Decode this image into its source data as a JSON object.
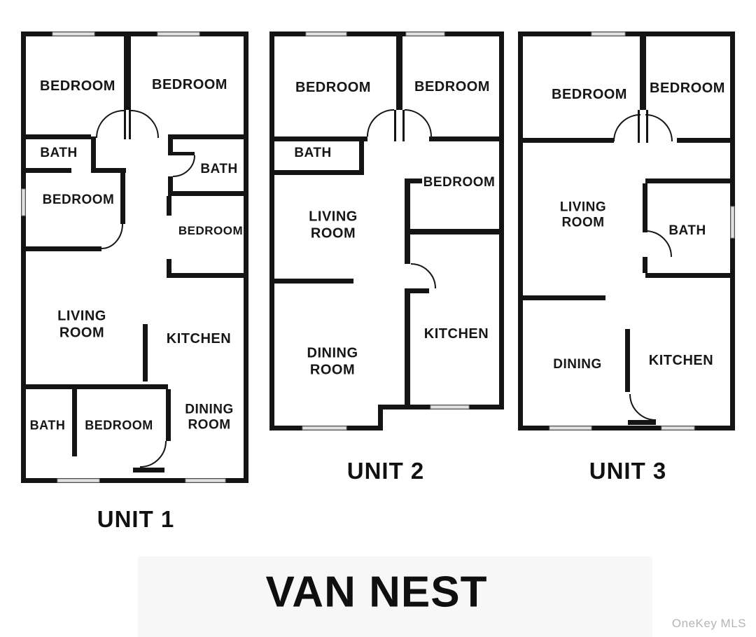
{
  "title": "VAN NEST",
  "watermark": "OneKey MLS",
  "colors": {
    "wall": "#141414",
    "window": "#e2e2e2",
    "label_text": "#161616",
    "title_background": "#f7f7f7",
    "watermark_text": "#b4b4bc"
  },
  "units": [
    {
      "name": "UNIT 1",
      "rooms": [
        "BEDROOM",
        "BEDROOM",
        "BATH",
        "BATH",
        "BEDROOM",
        "BEDROOM",
        "LIVING\nROOM",
        "KITCHEN",
        "BATH",
        "BEDROOM",
        "DINING\nROOM"
      ]
    },
    {
      "name": "UNIT 2",
      "rooms": [
        "BEDROOM",
        "BEDROOM",
        "BATH",
        "BEDROOM",
        "LIVING\nROOM",
        "DINING\nROOM",
        "KITCHEN"
      ]
    },
    {
      "name": "UNIT 3",
      "rooms": [
        "BEDROOM",
        "BEDROOM",
        "LIVING\nROOM",
        "BATH",
        "DINING",
        "KITCHEN"
      ]
    }
  ]
}
